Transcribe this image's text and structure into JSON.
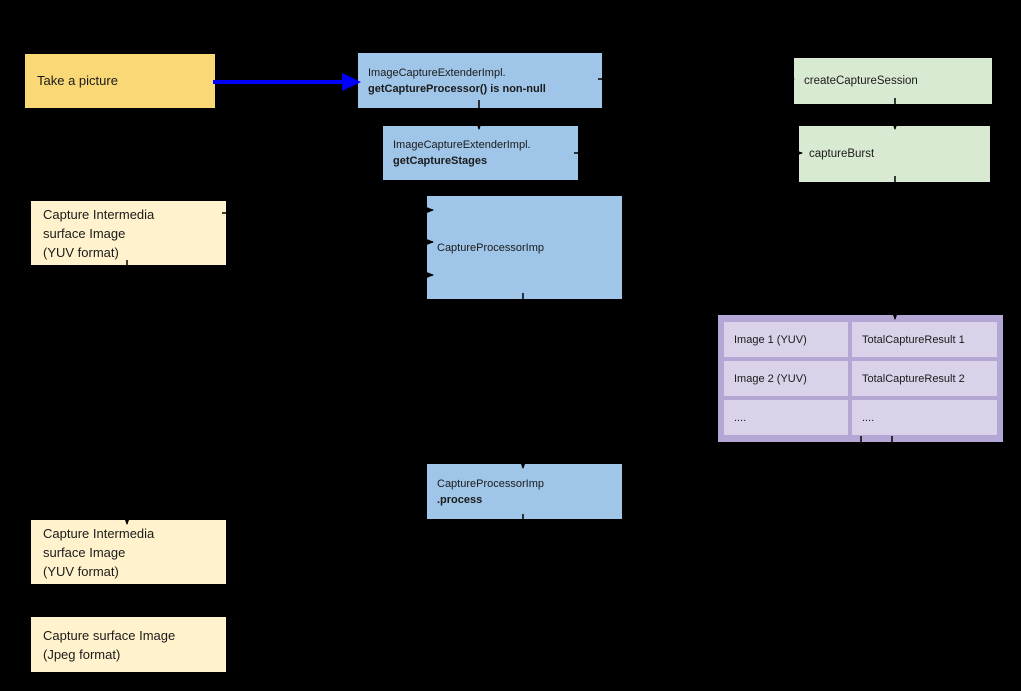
{
  "diagram": {
    "description": "Capture flow diagram on black background",
    "boxes": {
      "take_a_picture": {
        "label": "Take a picture"
      },
      "get_capture_processor": {
        "line1": "ImageCaptureExtenderImpl.",
        "line2": "getCaptureProcessor() is non-null"
      },
      "get_capture_stages": {
        "line1": "ImageCaptureExtenderImpl.",
        "line2": "getCaptureStages"
      },
      "capture_processor_imp": {
        "label": "CaptureProcessorImp"
      },
      "capture_processor_process": {
        "line1": "CaptureProcessorImp",
        "line2": ".process"
      },
      "create_capture_session": {
        "label": "createCaptureSession"
      },
      "capture_burst": {
        "label": "captureBurst"
      },
      "intermedia_surface_top": {
        "line1": "Capture Intermedia",
        "line2": "surface Image",
        "line3": "(YUV format)"
      },
      "intermedia_surface_bottom": {
        "line1": "Capture Intermedia",
        "line2": "surface Image",
        "line3": "(YUV format)"
      },
      "capture_surface_jpeg": {
        "line1": "Capture surface Image",
        "line2": "(Jpeg format)"
      }
    },
    "capture_results_table": {
      "rows": [
        [
          "Image 1 (YUV)",
          "TotalCaptureResult 1"
        ],
        [
          "Image 2 (YUV)",
          "TotalCaptureResult 2"
        ],
        [
          "....",
          "...."
        ]
      ]
    },
    "colors": {
      "background": "#000000",
      "yellow_box": "#fbd876",
      "cream_box": "#fff2cc",
      "blue_box": "#9fc5e8",
      "green_box": "#d9ead3",
      "purple_table_outer": "#b4a7d6",
      "purple_table_cell": "#d9d2e9",
      "blue_arrow": "#0000ff",
      "black_arrow": "#000000",
      "text": "#1a1a1a"
    }
  }
}
